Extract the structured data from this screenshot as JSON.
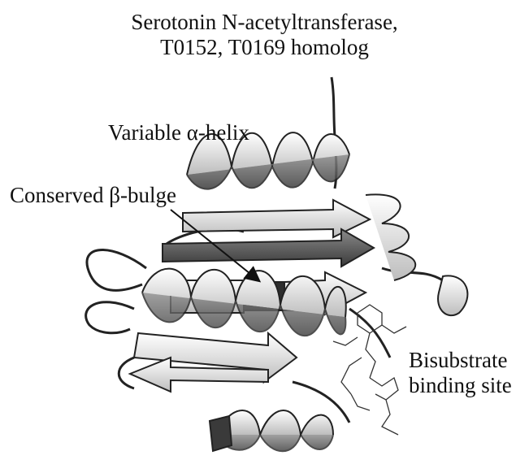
{
  "title": {
    "line1": "Serotonin N-acetyltransferase,",
    "line2": "T0152, T0169 homolog"
  },
  "labels": {
    "variable_helix": "Variable α-helix",
    "conserved_bulge": "Conserved β-bulge",
    "binding_site_line1": "Bisubstrate",
    "binding_site_line2": "binding site"
  },
  "colors": {
    "ribbon_fill": "#f2f2f2",
    "ribbon_shadow": "#5a5a5a",
    "outline": "#222222",
    "highlight": "#2a2a2a"
  }
}
